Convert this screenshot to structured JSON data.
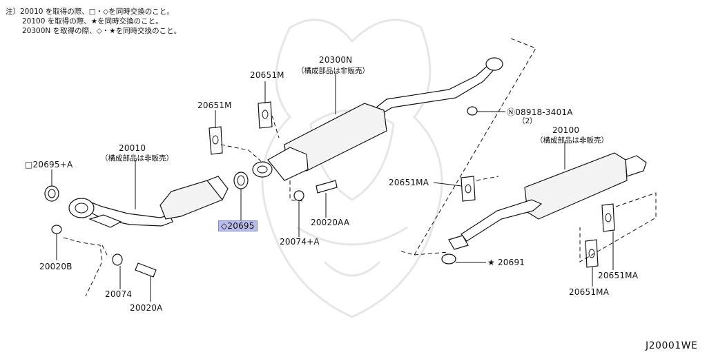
{
  "notes": {
    "line1": "注）20010 を取得の際、□・◇を同時交換のこと。",
    "line2": "20100 を取得の際、★を同時交換のこと。",
    "line3": "20300N を取得の際、◇・★を同時交換のこと。"
  },
  "labels": {
    "p20300n": "20300N",
    "p20300n_sub": "（構成部品は非販売）",
    "p20651m_a": "20651M",
    "p20651m_b": "20651M",
    "p08918": "Ⓝ08918-3401A",
    "p08918_qty": "（2）",
    "p20100": "20100",
    "p20100_sub": "（構成部品は非販売）",
    "p20010": "20010",
    "p20010_sub": "（構成部品は非販売）",
    "p20695a": "□20695+A",
    "p20695": "◇20695",
    "p20651ma_a": "20651MA",
    "p20020aa": "20020AA",
    "p20074a": "20074+A",
    "p20020b": "20020B",
    "p20691": "★ 20691",
    "p20651ma_b": "20651MA",
    "p20651ma_c": "20651MA",
    "p20074": "20074",
    "p20020a": "20020A"
  },
  "diagram_code": "J20001WE"
}
